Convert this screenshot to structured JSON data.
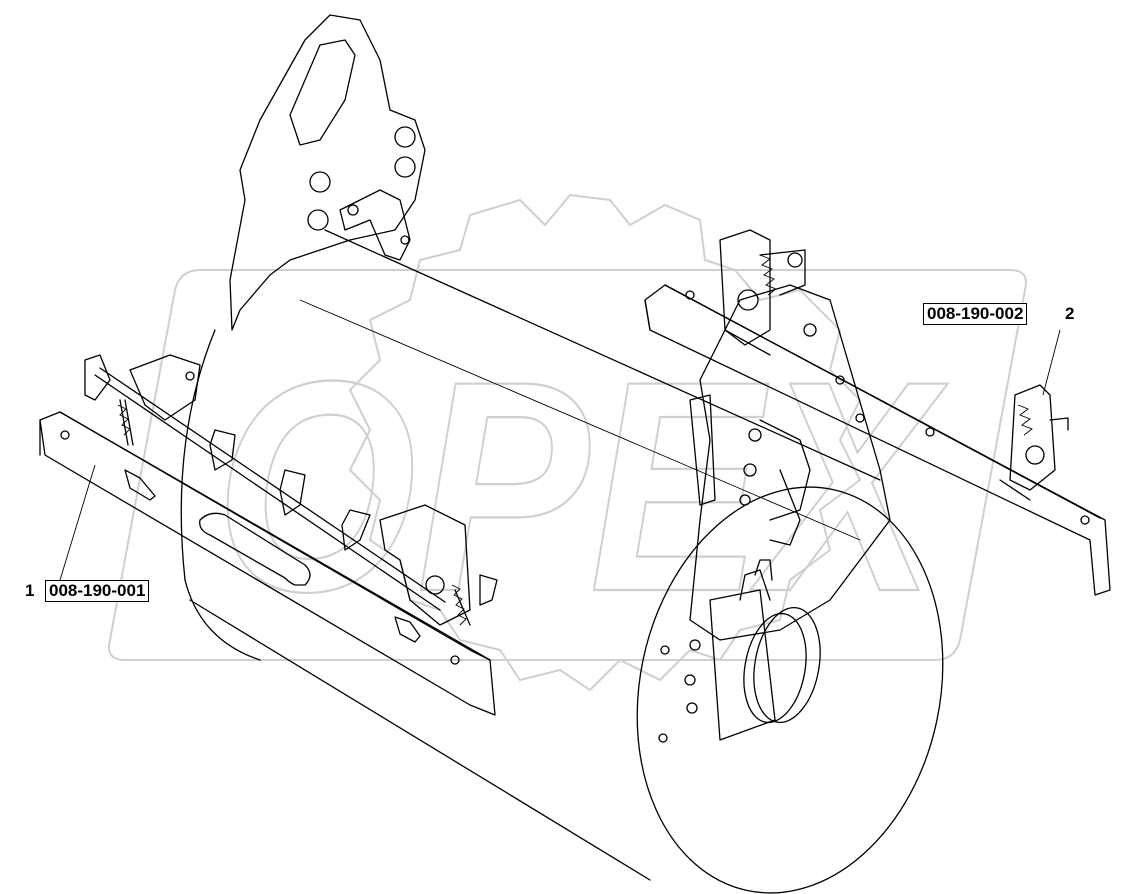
{
  "watermark": {
    "text": "OPEX"
  },
  "callouts": [
    {
      "number": "1",
      "part_code": "008-190-001"
    },
    {
      "number": "2",
      "part_code": "008-190-002"
    }
  ],
  "colors": {
    "line": "#000000",
    "watermark": "#cfcfcf",
    "background": "#ffffff"
  }
}
